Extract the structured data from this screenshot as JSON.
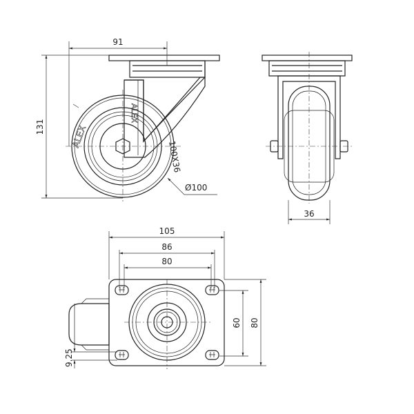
{
  "title": "Swivel caster technical drawing",
  "side_view": {
    "dim_offset": "91",
    "dim_height": "131",
    "dim_diameter": "Ø100",
    "wheel_marking": "100X36",
    "brand": "ALEX"
  },
  "front_view": {
    "dim_wheel_width": "36"
  },
  "top_view": {
    "dim_plate_width": "105",
    "dim_hole_outer": "86",
    "dim_hole_inner": "80",
    "dim_hole_spacing": "60",
    "dim_plate_depth": "80",
    "dim_slot": "9.25"
  }
}
